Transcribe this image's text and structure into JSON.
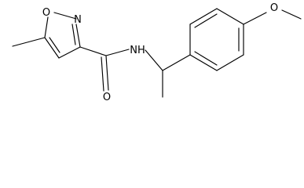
{
  "molecule": {
    "atom_labels": {
      "ring_oxygen": "O",
      "ring_nitrogen": "N",
      "amide_nh": "NH",
      "carbonyl_oxygen": "O",
      "methoxy_oxygen": "O"
    }
  }
}
